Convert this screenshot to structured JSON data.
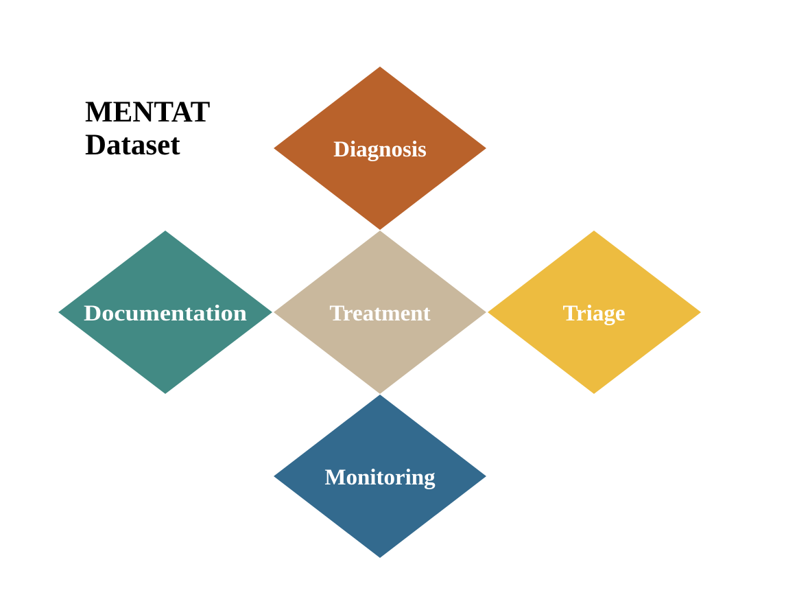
{
  "title": {
    "line1": "MENTAT",
    "line2": "Dataset"
  },
  "diamonds": [
    {
      "id": "diagnosis",
      "label": "Diagnosis",
      "color": "#b9622b"
    },
    {
      "id": "documentation",
      "label": "Documentation",
      "color": "#428a84"
    },
    {
      "id": "treatment",
      "label": "Treatment",
      "color": "#c9b89d"
    },
    {
      "id": "triage",
      "label": "Triage",
      "color": "#edbc40"
    },
    {
      "id": "monitoring",
      "label": "Monitoring",
      "color": "#336a8e"
    }
  ]
}
